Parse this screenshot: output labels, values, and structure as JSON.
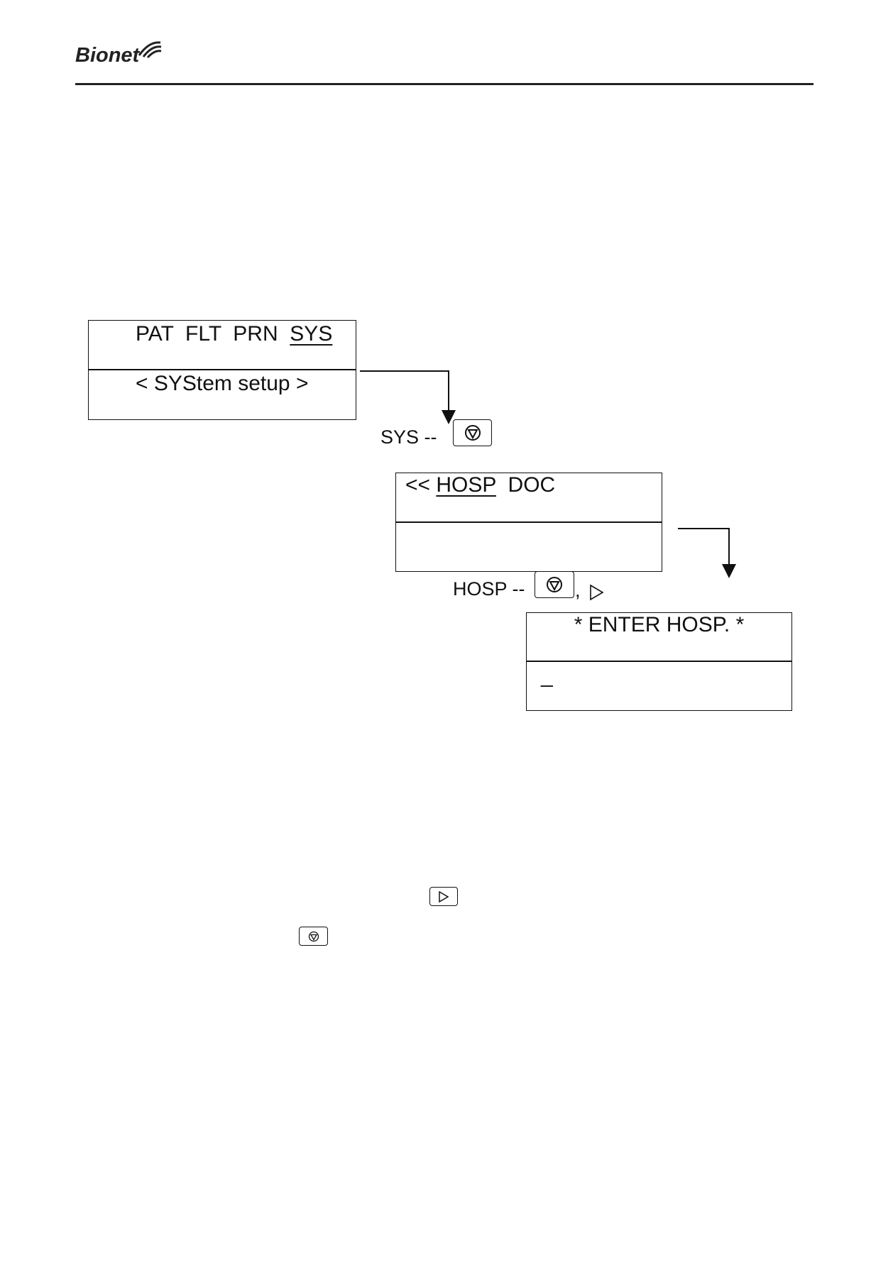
{
  "header": {
    "logo_text": "Bionet"
  },
  "screen1": {
    "menu_items": [
      "PAT",
      "FLT",
      "PRN",
      "SYS"
    ],
    "selected_item": "SYS",
    "status_line": "< SYStem setup >"
  },
  "step1": {
    "label": "SYS --",
    "key_icon": "select-key-icon"
  },
  "screen2": {
    "prefix": "<<",
    "items": [
      "HOSP",
      "DOC"
    ],
    "selected_item": "HOSP"
  },
  "step2": {
    "label": "HOSP --",
    "separator": ",",
    "key_icon": "select-key-icon",
    "arrow_icon": "right-triangle-icon"
  },
  "screen3": {
    "title": "* ENTER HOSP. *",
    "cursor": "_"
  },
  "legend": {
    "right_key_icon": "right-arrow-key-icon",
    "select_key_icon": "select-key-icon"
  }
}
